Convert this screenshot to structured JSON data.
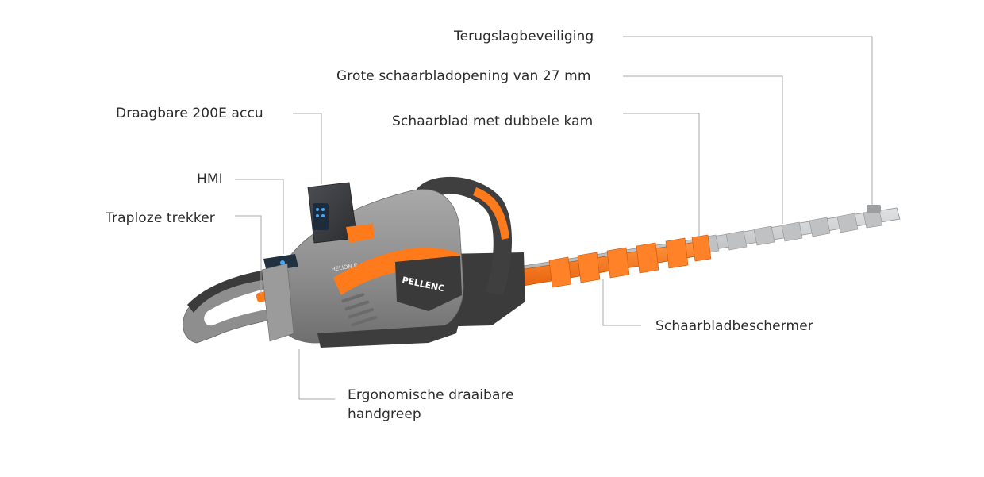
{
  "callouts": {
    "kickback_protection": "Terugslagbeveiliging",
    "blade_opening": "Grote schaarbladopening van 27 mm",
    "double_edge_blade": "Schaarblad met dubbele kam",
    "battery": "Draagbare 200E accu",
    "hmi": "HMI",
    "trigger": "Traploze trekker",
    "blade_guard": "Schaarbladbeschermer",
    "handle_line1": "Ergonomische draaibare",
    "handle_line2": "handgreep"
  },
  "product": {
    "brand": "PELLENC",
    "model": "HELION E"
  },
  "colors": {
    "body_grey": "#8e8e8e",
    "dark_grey": "#3b3b3b",
    "accent_orange": "#ff7a1a",
    "blade_steel": "#c9cacb",
    "text": "#2b2b2b",
    "leader_line": "#a8a8a8"
  }
}
